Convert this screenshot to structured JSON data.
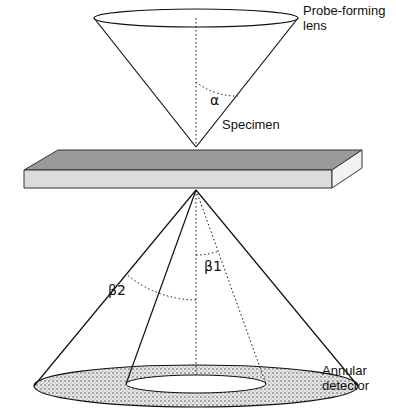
{
  "diagram": {
    "labels": [
      "Probe-forming lens",
      "α",
      "Specimen",
      "β1",
      "β2",
      "Annular detector"
    ]
  }
}
